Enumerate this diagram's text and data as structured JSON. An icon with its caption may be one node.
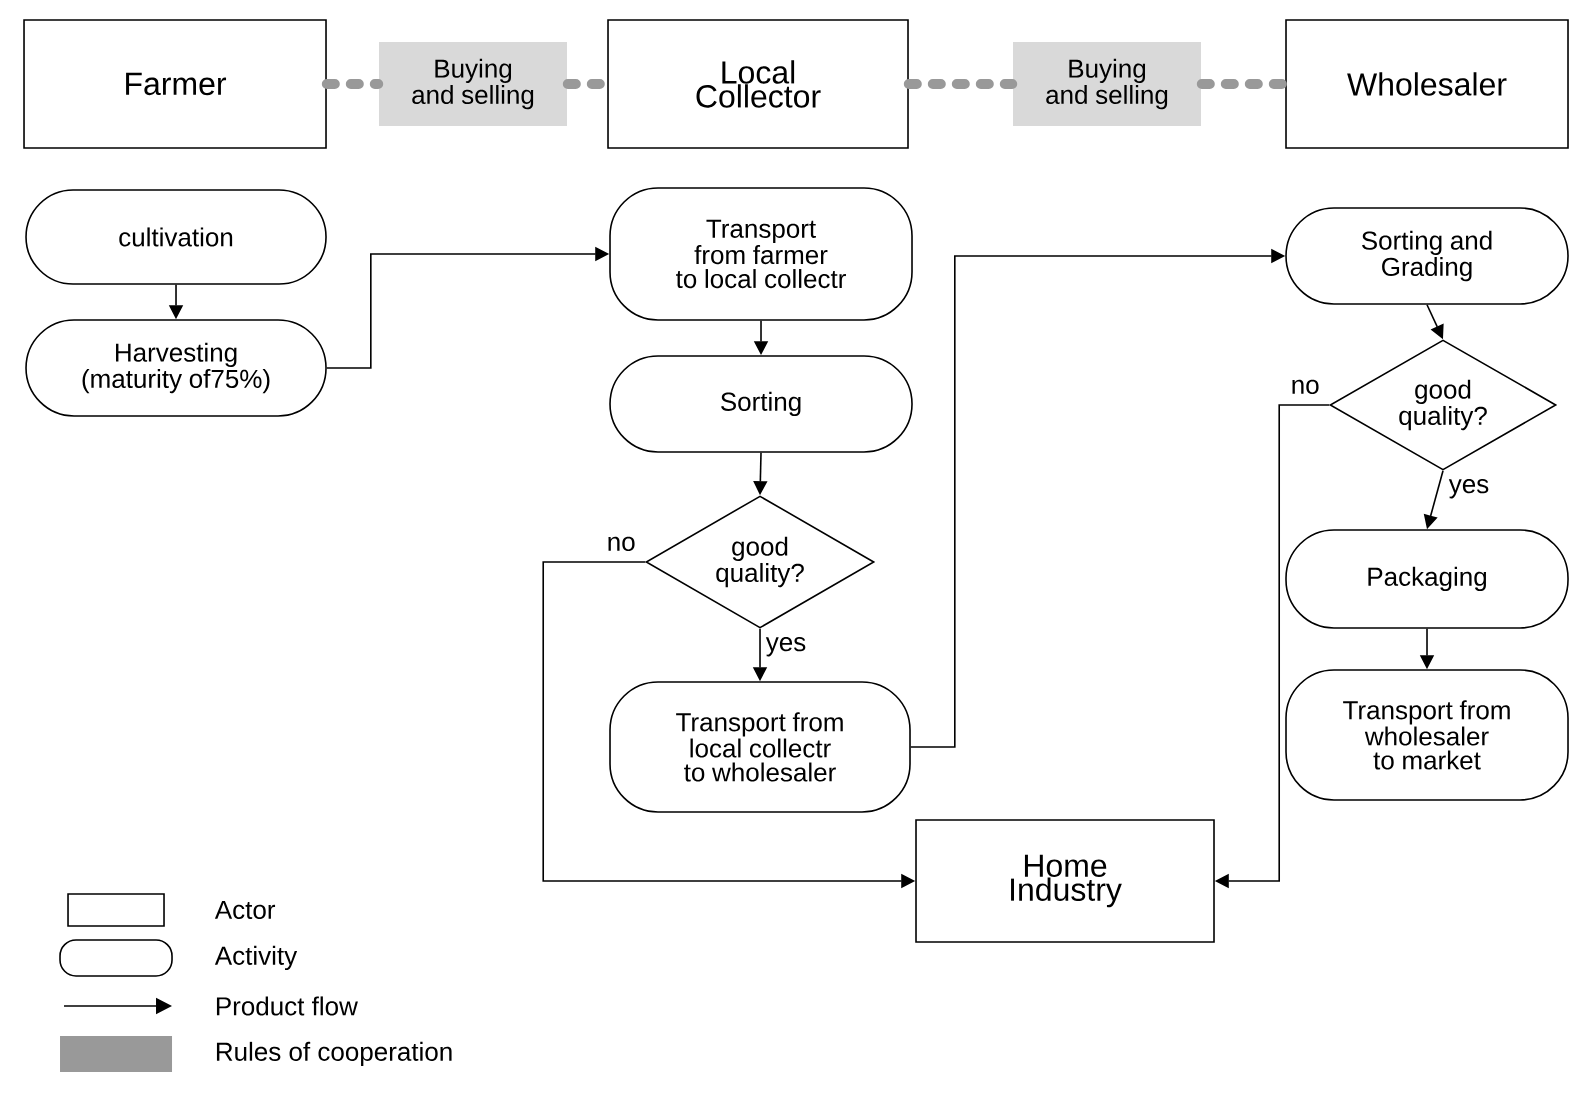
{
  "diagram": {
    "nodes": [
      {
        "text": [
          "Farmer"
        ]
      },
      {
        "text": [
          "Buying and selling"
        ]
      },
      {
        "text": [
          "Local Collector"
        ]
      },
      {
        "text": [
          "Buying and selling"
        ]
      },
      {
        "text": [
          "Wholesaler"
        ]
      },
      {
        "text": [
          "cultivation"
        ]
      },
      {
        "text": [
          "Harvesting (maturity of75%)"
        ]
      },
      {
        "text": [
          "Transport from farmer to local collectr"
        ]
      },
      {
        "text": [
          "Sorting"
        ]
      },
      {
        "text": [
          "good quality?"
        ]
      },
      {
        "text": [
          "Transport from local collectr to wholesaler"
        ]
      },
      {
        "text": [
          "Sorting and Grading"
        ]
      },
      {
        "text": [
          "good quality?"
        ]
      },
      {
        "text": [
          "Packaging"
        ]
      },
      {
        "text": [
          "Transport from wholesaler to market"
        ]
      },
      {
        "text": [
          "Home Industry"
        ]
      }
    ],
    "edges": [
      {
        "from": 0,
        "to": 1,
        "arrow": "none",
        "style": "dashed",
        "color": "#999999"
      },
      {
        "from": 1,
        "to": 2,
        "arrow": "none",
        "style": "dashed",
        "color": "#999999"
      },
      {
        "from": 2,
        "to": 3,
        "arrow": "none",
        "style": "dashed",
        "color": "#999999"
      },
      {
        "from": 3,
        "to": 4,
        "arrow": "none",
        "style": "dashed",
        "color": "#999999"
      },
      {
        "from": 5,
        "to": 6,
        "arrow": "to"
      },
      {
        "from": 6,
        "to": 7,
        "arrow": "to"
      },
      {
        "from": 7,
        "to": 8,
        "arrow": "to"
      },
      {
        "from": 8,
        "to": 9,
        "arrow": "to"
      },
      {
        "from": 9,
        "to": 10,
        "arrow": "to",
        "label": "yes"
      },
      {
        "from": 9,
        "to": 15,
        "arrow": "to",
        "label": "no"
      },
      {
        "from": 10,
        "to": 11,
        "arrow": "to"
      },
      {
        "from": 11,
        "to": 12,
        "arrow": "to"
      },
      {
        "from": 12,
        "to": 13,
        "arrow": "to",
        "label": "yes"
      },
      {
        "from": 12,
        "to": 15,
        "arrow": "to",
        "label": "no"
      },
      {
        "from": 13,
        "to": 14,
        "arrow": "to"
      }
    ],
    "legend": [
      {
        "text": "Actor"
      },
      {
        "text": "Activity"
      },
      {
        "text": "Product flow"
      },
      {
        "text": "Rules of cooperation",
        "color": "#999999"
      }
    ]
  }
}
